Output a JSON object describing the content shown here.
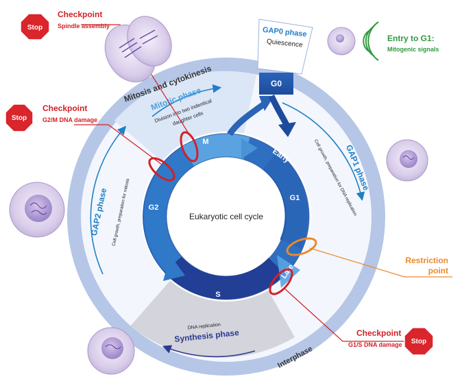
{
  "center_title": "Eukaryotic cell cycle",
  "ring_segments": {
    "m": "M",
    "early": "Early",
    "g1": "G1",
    "late": "Late",
    "s": "S",
    "g2": "G2",
    "g0": "G0"
  },
  "outer": {
    "mitosis_cytokinesis": "Mitosis and cytokinesis",
    "mitotic_phase": "Mitotic phase",
    "mitotic_desc_1": "Division into two indentical",
    "mitotic_desc_2": "daughter cells",
    "gap1_phase": "GAP1 phase",
    "gap1_desc": "Cell growth, preparation for DNA replication",
    "gap2_phase": "GAP2 phase",
    "gap2_desc": "Cell growth, preparation for mitosis",
    "synthesis_phase": "Synthesis phase",
    "synthesis_desc": "DNA replication",
    "interphase": "Interphase"
  },
  "gap0": {
    "title": "GAP0 phase",
    "subtitle": "Quiescence"
  },
  "entry_g1": {
    "title": "Entry to G1:",
    "subtitle": "Mitogenic signals"
  },
  "restriction": {
    "line1": "Restriction",
    "line2": "point"
  },
  "checkpoints": [
    {
      "stop": "Stop",
      "title": "Checkpoint",
      "subtitle": "Spindle assembly"
    },
    {
      "stop": "Stop",
      "title": "Checkpoint",
      "subtitle": "G2/M DNA damage"
    },
    {
      "stop": "Stop",
      "title": "Checkpoint",
      "subtitle": "G1/S DNA damage"
    }
  ],
  "colors": {
    "ring_blue": "#2f6fc2",
    "ring_dark": "#1f3f96",
    "outer_band": "#b5c6e6",
    "checkpoint_red": "#d32027",
    "stop_red": "#d9252b",
    "restriction_orange": "#e98a2c",
    "mitogenic_green": "#2f9a3f",
    "phase_blue": "#1f7fc8",
    "dark_navy": "#2b3a8c"
  }
}
